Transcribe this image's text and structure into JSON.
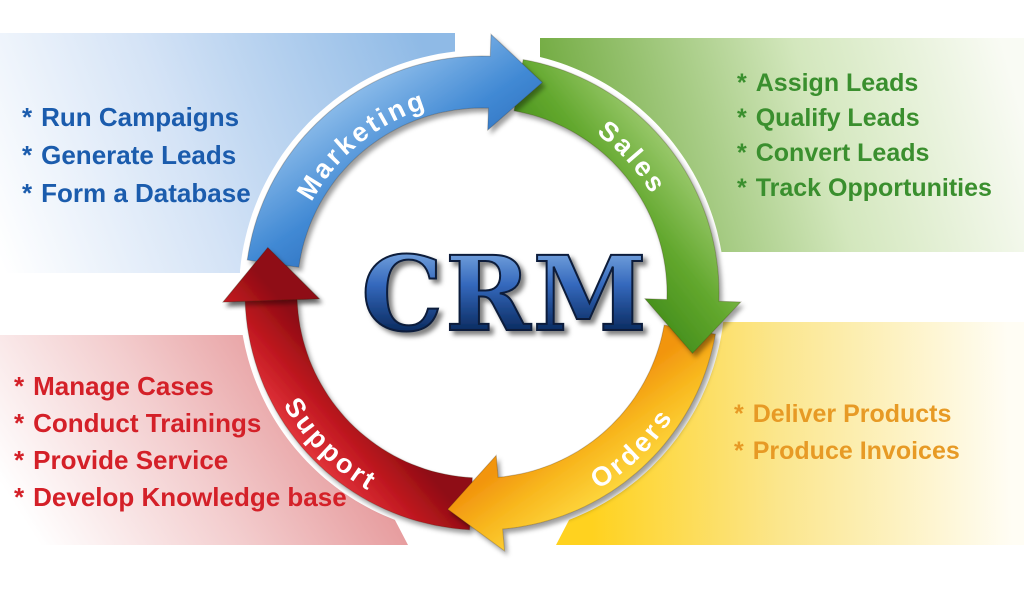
{
  "diagram": {
    "center_label": "CRM",
    "stages": [
      {
        "label": "Marketing",
        "color": "#2a6fc0"
      },
      {
        "label": "Sales",
        "color": "#55a020"
      },
      {
        "label": "Orders",
        "color": "#f9b816"
      },
      {
        "label": "Support",
        "color": "#d61f26"
      }
    ]
  },
  "lists": {
    "marketing": {
      "bullet": "*",
      "color": "#1b5cad",
      "items": [
        "Run Campaigns",
        "Generate Leads",
        "Form a Database"
      ]
    },
    "sales": {
      "bullet": "*",
      "color": "#3a8f2e",
      "items": [
        "Assign Leads",
        "Qualify Leads",
        "Convert Leads",
        "Track Opportunities"
      ]
    },
    "orders": {
      "bullet": "*",
      "color": "#e79a25",
      "items": [
        "Deliver Products",
        "Produce Invoices"
      ]
    },
    "support": {
      "bullet": "*",
      "color": "#d42028",
      "items": [
        "Manage Cases",
        "Conduct Trainings",
        "Provide Service",
        "Develop Knowledge base"
      ]
    }
  }
}
